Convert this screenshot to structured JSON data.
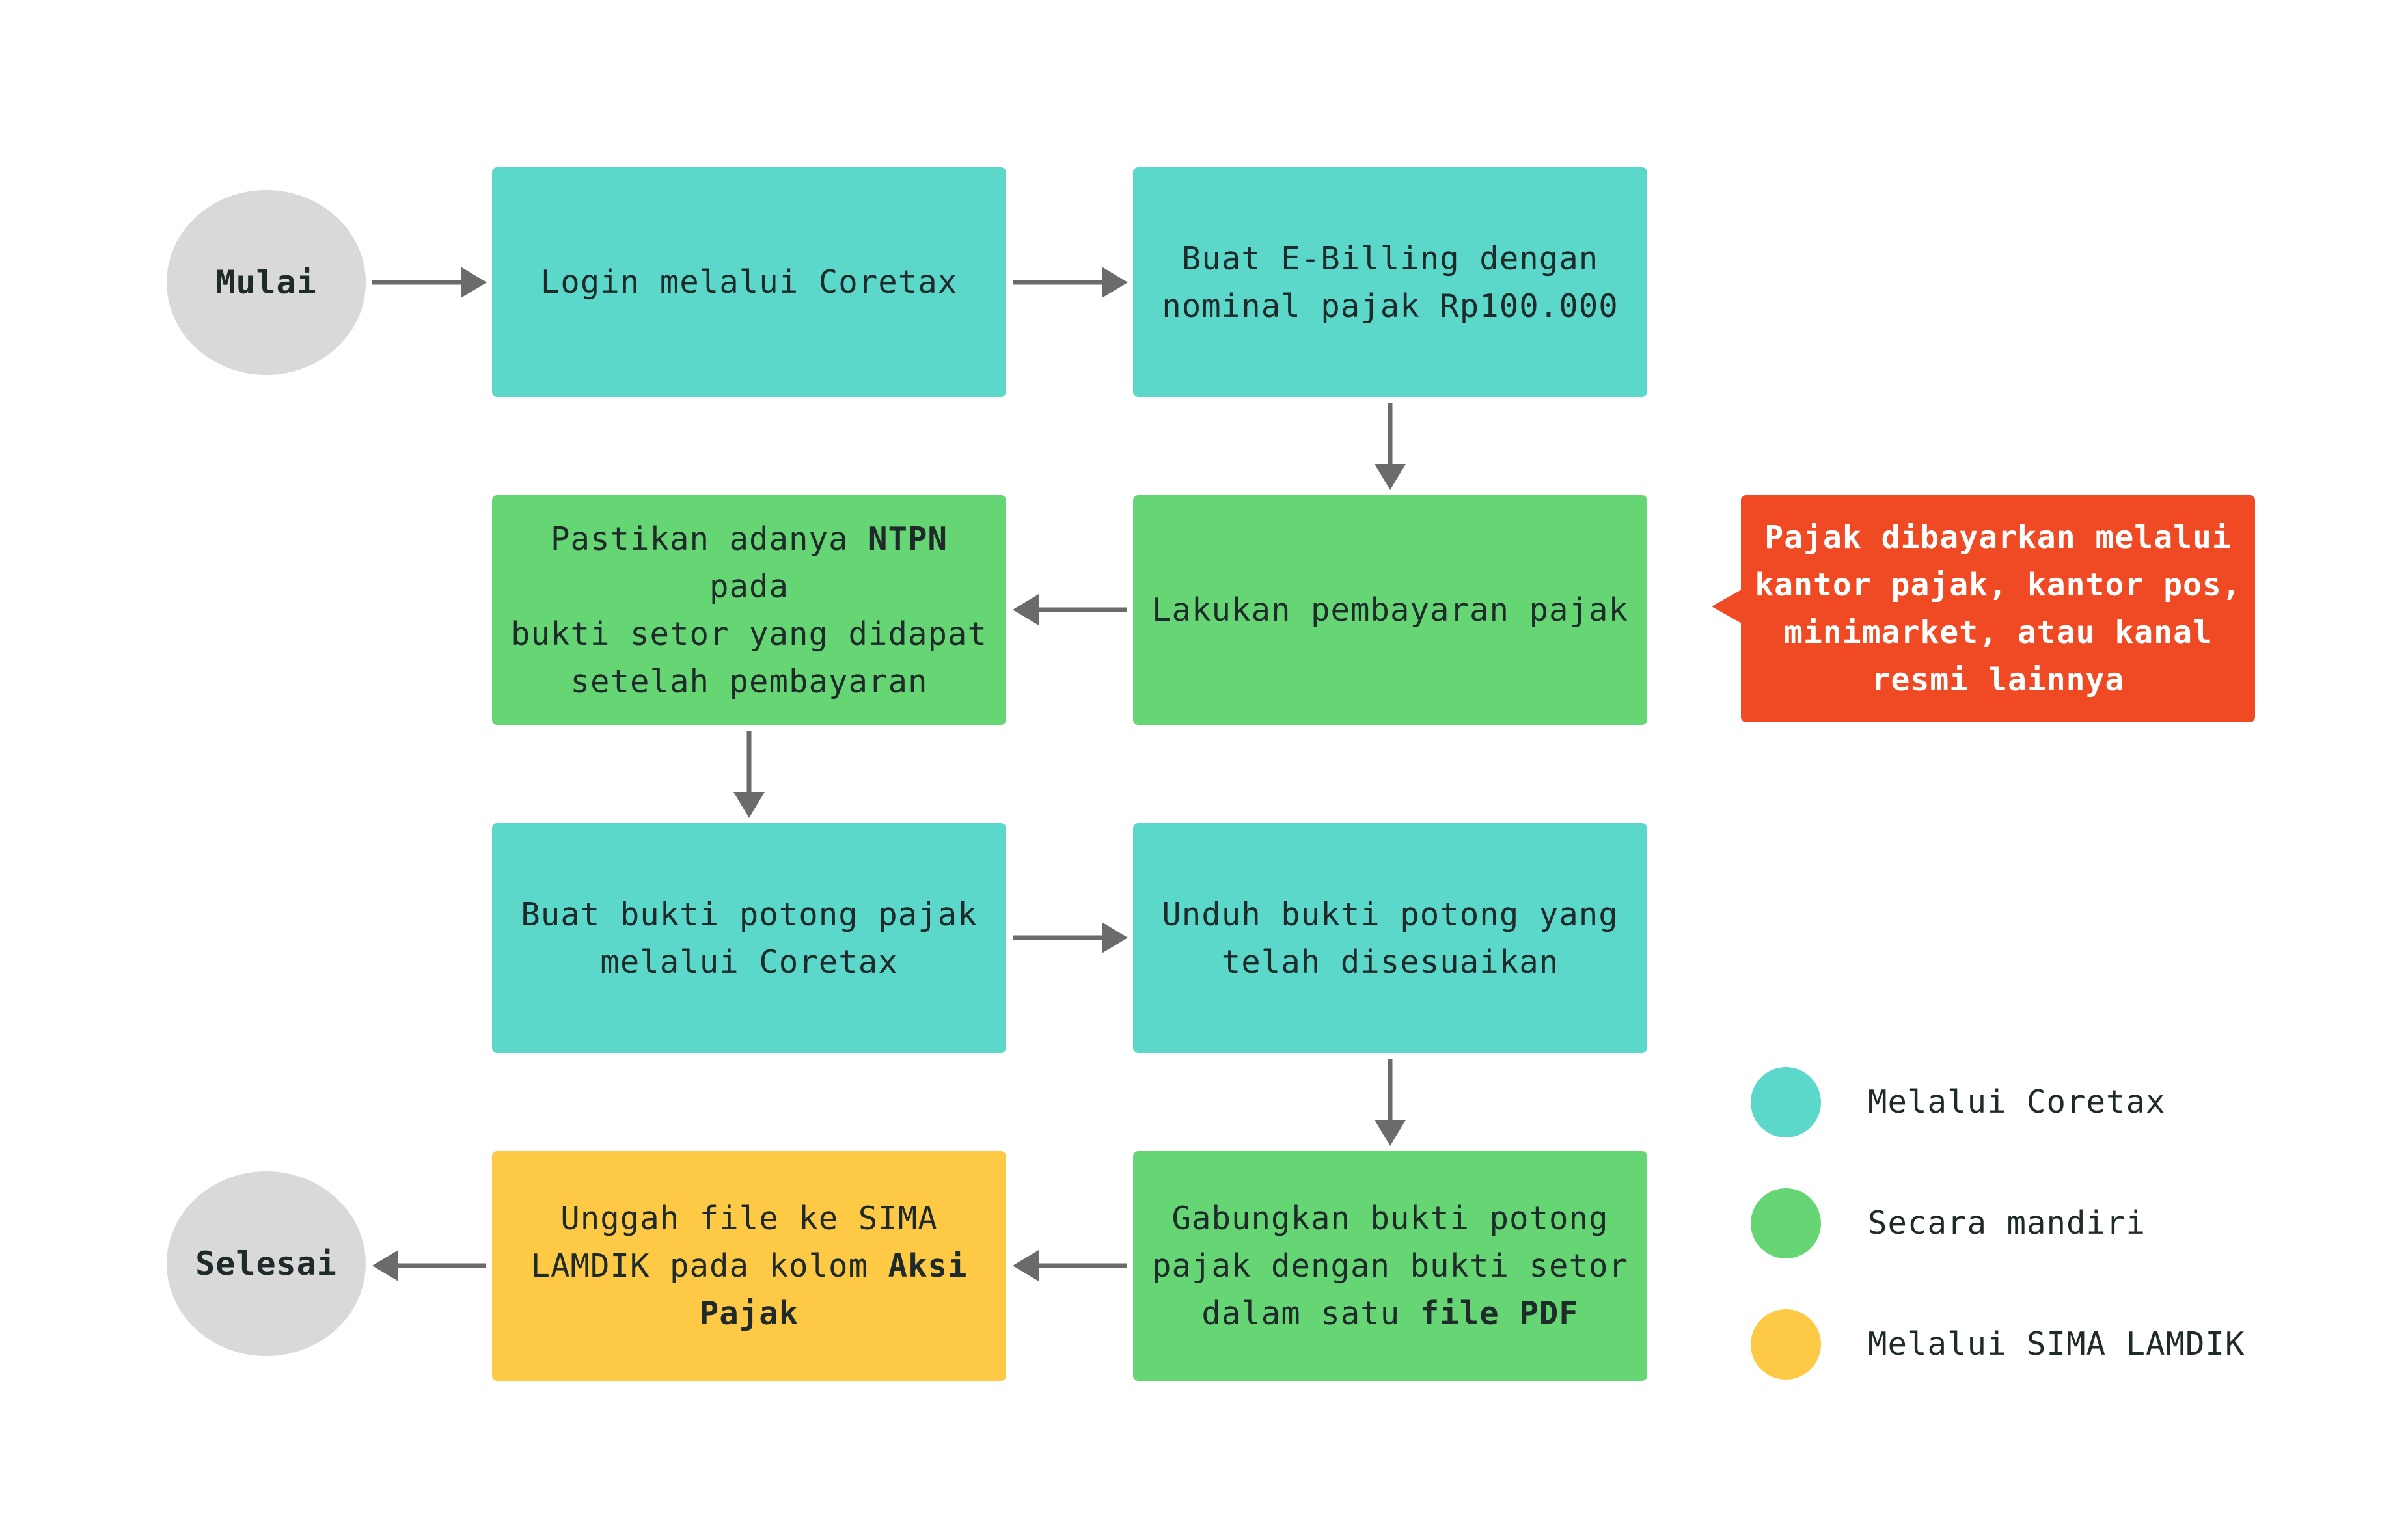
{
  "start": "Mulai",
  "end": "Selesai",
  "steps": {
    "login": "Login melalui Coretax",
    "ebilling": "Buat E-Billing dengan\nnominal pajak Rp100.000",
    "bayar": "Lakukan pembayaran pajak",
    "ntpn": {
      "pre": "Pastikan adanya ",
      "bold": "NTPN",
      "post": " pada\nbukti setor yang didapat\nsetelah pembayaran"
    },
    "buat_bukti": "Buat bukti potong pajak\nmelalui Coretax",
    "unduh": "Unduh bukti potong yang\ntelah disesuaikan",
    "gabung": {
      "pre": "Gabungkan bukti potong\npajak dengan bukti setor\ndalam satu ",
      "bold": "file PDF"
    },
    "unggah": {
      "pre": "Unggah file ke SIMA\nLAMDIK pada kolom ",
      "bold": "Aksi\nPajak"
    }
  },
  "callout": "Pajak dibayarkan melalui\nkantor pajak, kantor pos,\nminimarket, atau kanal\nresmi lainnya",
  "legend": [
    {
      "label": "Melalui Coretax",
      "color": "#5bd8ca"
    },
    {
      "label": "Secara mandiri",
      "color": "#66d675"
    },
    {
      "label": "Melalui SIMA LAMDIK",
      "color": "#fec944"
    }
  ],
  "colors": {
    "coretax": "#5bd8ca",
    "mandiri": "#66d675",
    "sima": "#fec944",
    "callout": "#f04a24",
    "terminal": "#d9d9d9",
    "arrow": "#6b6b6b"
  }
}
